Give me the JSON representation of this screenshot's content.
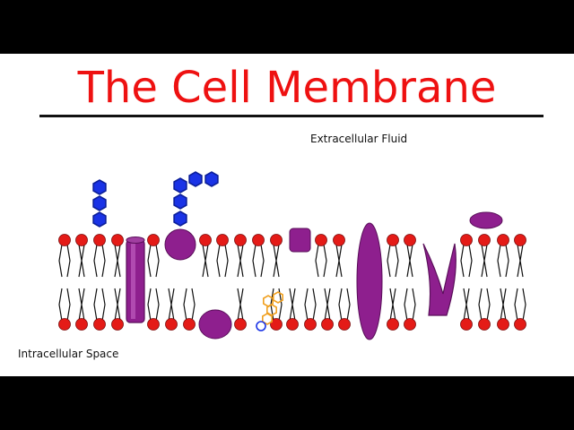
{
  "title": "The Cell Membrane",
  "labels": {
    "extracellular": "Extracellular Fluid",
    "intracellular": "Intracellular Space"
  },
  "colors": {
    "background": "#ffffff",
    "letterbox": "#000000",
    "title": "#ee1111",
    "phospholipid_head": "#e41b17",
    "protein": "#8e1f8e",
    "carbohydrate": "#1a33e6",
    "cholesterol": "#f0a020"
  },
  "components": [
    {
      "kind": "carbohydrate-chain",
      "icon": "hexagon-chain-icon"
    },
    {
      "kind": "branched-carbohydrate-chain",
      "icon": "hexagon-chain-icon"
    },
    {
      "kind": "channel-protein",
      "icon": "cylinder-icon"
    },
    {
      "kind": "glycoprotein",
      "icon": "circle-icon"
    },
    {
      "kind": "peripheral-protein",
      "icon": "rounded-square-icon"
    },
    {
      "kind": "integral-protein",
      "icon": "ellipse-icon"
    },
    {
      "kind": "peripheral-protein",
      "icon": "ellipse-icon"
    },
    {
      "kind": "cholesterol",
      "icon": "hexagon-ring-icon"
    },
    {
      "kind": "u-shaped-protein",
      "icon": "u-shape-icon"
    },
    {
      "kind": "surface-protein",
      "icon": "ellipse-icon"
    }
  ]
}
